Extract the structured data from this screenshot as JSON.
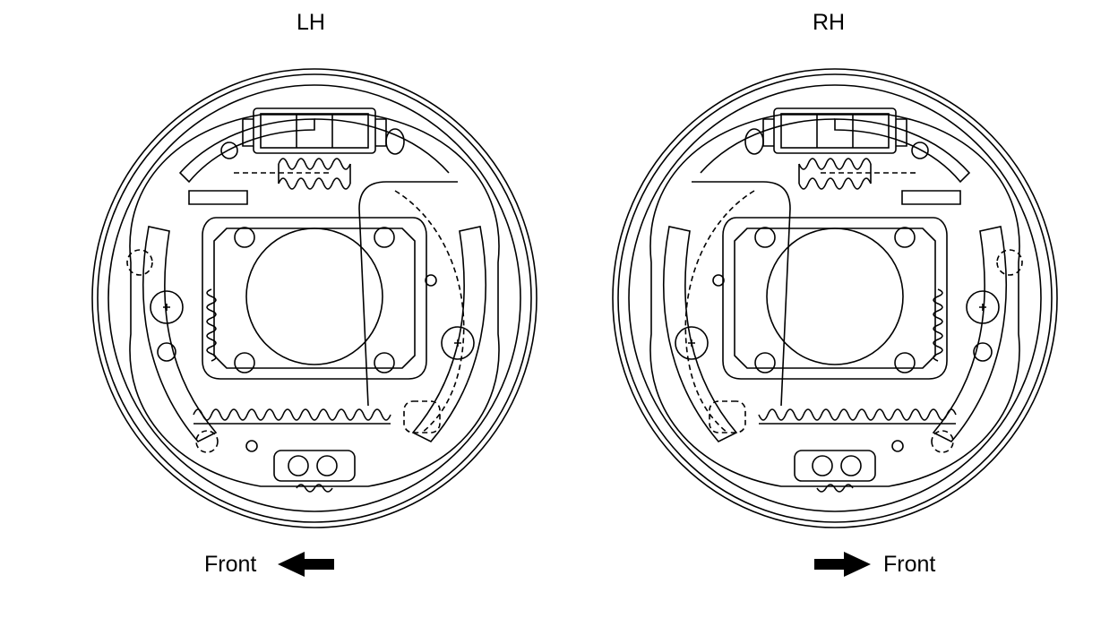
{
  "left_view": {
    "title": "LH",
    "front_label": "Front",
    "arrow_direction": "left"
  },
  "right_view": {
    "title": "RH",
    "front_label": "Front",
    "arrow_direction": "right"
  },
  "colors": {
    "line": "#000000",
    "background": "#ffffff"
  }
}
